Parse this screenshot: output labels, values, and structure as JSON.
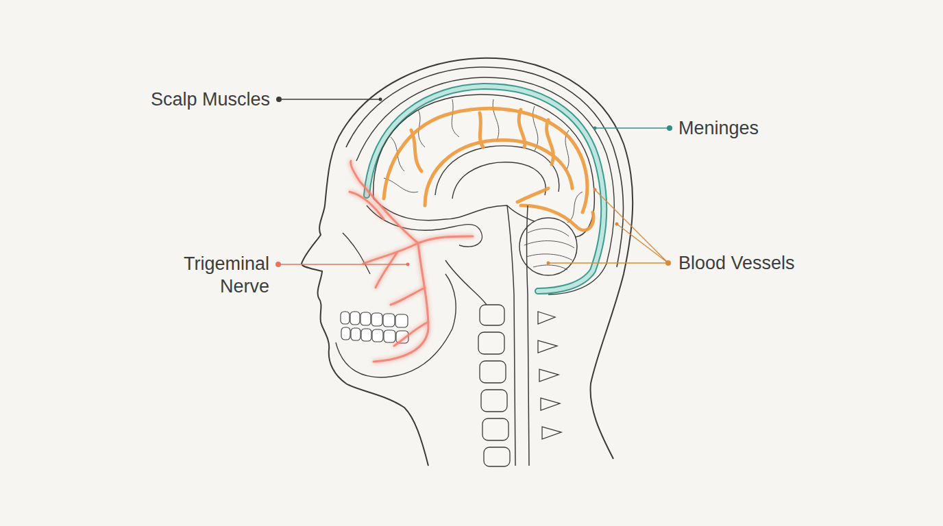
{
  "diagram": {
    "labels": [
      "Scalp Muscles",
      "Meninges",
      "Trigeminal Nerve",
      "Blood Vessels"
    ]
  }
}
